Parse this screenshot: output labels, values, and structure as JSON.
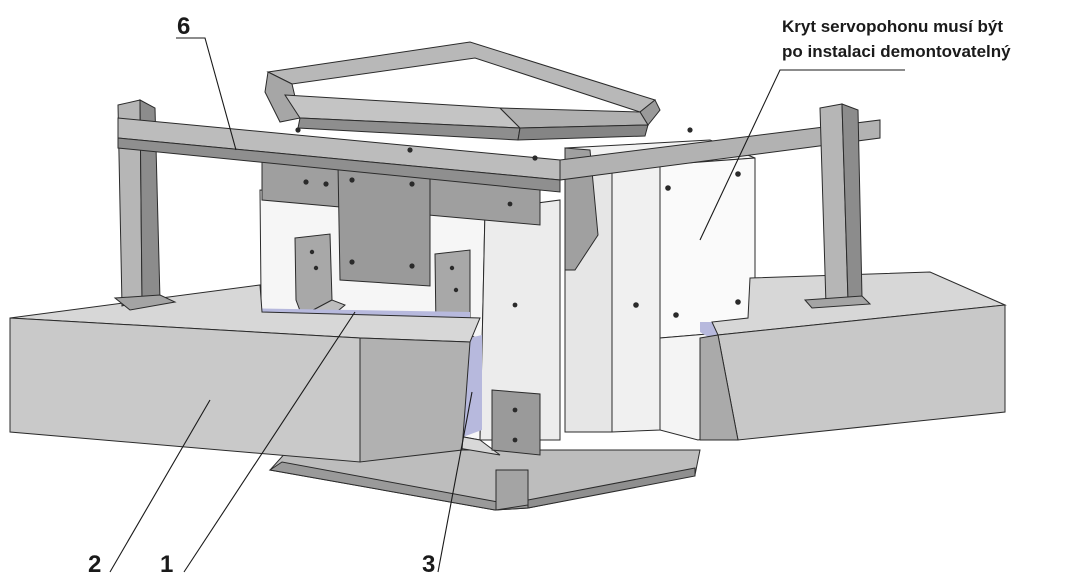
{
  "callouts": {
    "c6": "6",
    "c2": "2",
    "c1": "1",
    "c3": "3",
    "note_line1": "Kryt servopohonu musí být",
    "note_line2": "po instalaci demontovatelný"
  },
  "colors": {
    "concrete": "#c9c9c9",
    "concrete_dark": "#a9a9a9",
    "steel": "#b4b4b4",
    "steel_dark": "#8a8a8a",
    "plate": "#9d9d9d",
    "body_white": "#f6f6f6",
    "seal_blue": "#b7b9dd",
    "line": "#1a1a1a"
  }
}
